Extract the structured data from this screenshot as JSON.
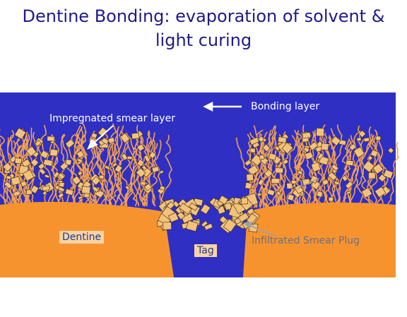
{
  "title": {
    "line1": "Dentine Bonding: evaporation of solvent &",
    "line2": "light curing"
  },
  "labels": {
    "bonding_layer": "Bonding layer",
    "impregnated_smear_layer": "Impregnated smear layer",
    "dentine": "Dentine",
    "tag": "Tag",
    "infiltrated_smear_plug": "Infiltrated Smear Plug"
  },
  "colors": {
    "resin_blue": "#2f2fc4",
    "dentine_orange": "#f7932f",
    "collagen_fiber": "#f4a14c",
    "particle_fill": "#f3c27a",
    "title_text": "#1f1a8a",
    "label_box": "#fbd3a6"
  }
}
